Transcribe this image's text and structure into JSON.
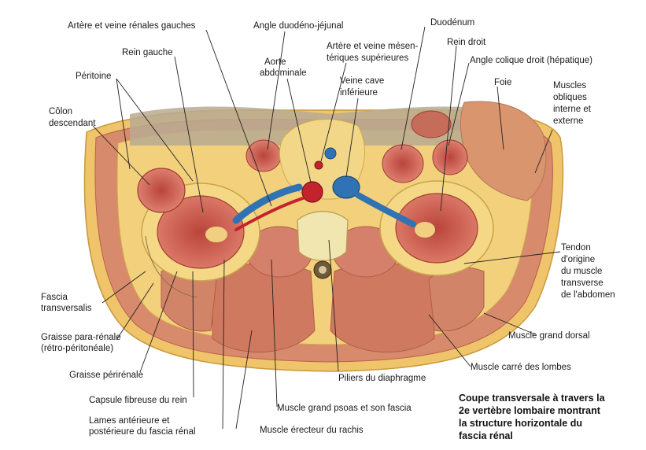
{
  "labels": {
    "arteres_renales_gauches": "Artère et veine rénales gauches",
    "rein_gauche": "Rein gauche",
    "peritoine": "Péritoine",
    "colon_1": "Côlon",
    "colon_2": "descendant",
    "angle_duodeno": "Angle duodéno-jéjunal",
    "aorte_1": "Aorte",
    "aorte_2": "abdominale",
    "mesent_1": "Artère et veine mésen-",
    "mesent_2": "tériques supérieures",
    "veine_cave_1": "Veine cave",
    "veine_cave_2": "inférieure",
    "duodenum": "Duodénum",
    "rein_droit": "Rein droit",
    "angle_colique": "Angle colique droit (hépatique)",
    "foie": "Foie",
    "obliques_1": "Muscles",
    "obliques_2": "obliques",
    "obliques_3": "interne et",
    "obliques_4": "externe",
    "tendon_1": "Tendon",
    "tendon_2": "d'origine",
    "tendon_3": "du muscle",
    "tendon_4": "transverse",
    "tendon_5": "de l'abdomen",
    "fascia_tr_1": "Fascia",
    "fascia_tr_2": "transversalis",
    "graisse_para_1": "Graisse para-rénale",
    "graisse_para_2": "(rétro-péritonéale)",
    "graisse_peri": "Graisse périrénale",
    "capsule": "Capsule fibreuse du rein",
    "lames_1": "Lames antérieure et",
    "lames_2": "postérieure du fascia rénal",
    "piliers": "Piliers du diaphragme",
    "psoas": "Muscle grand psoas et son fascia",
    "erecteur": "Muscle érecteur du rachis",
    "carre": "Muscle carré des lombes",
    "grand_dorsal": "Muscle grand dorsal"
  },
  "caption": {
    "line1": "Coupe transversale à travers la",
    "line2": "2e vertèbre lombaire montrant",
    "line3": "la structure horizontale du",
    "line4": "fascia rénal"
  },
  "colors": {
    "fat": "#f3d27a",
    "fat_dark": "#e8b64c",
    "muscle": "#d9826a",
    "muscle_dark": "#c45d48",
    "kidney": "#d8675a",
    "liver": "#d99a72",
    "vessel_blue": "#3b86c6",
    "vessel_red": "#c4232d",
    "skin": "#f5c7a0",
    "background_viscera": "#c8b8a0"
  }
}
